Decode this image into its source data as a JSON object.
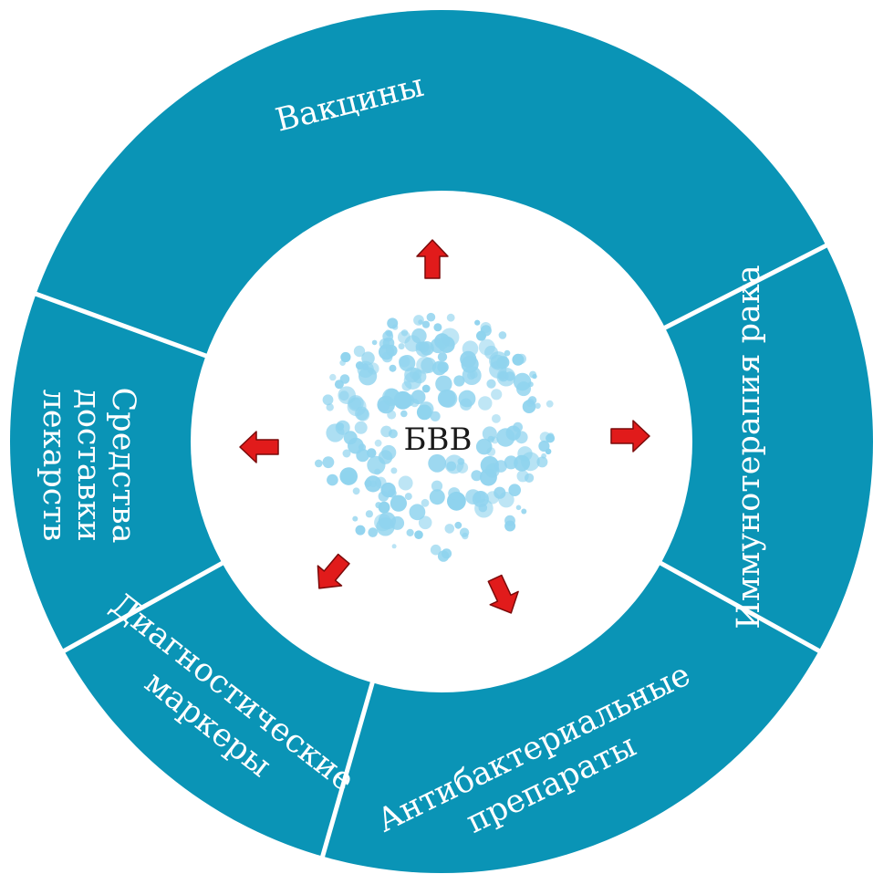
{
  "center": {
    "label": "БВВ"
  },
  "segments": [
    {
      "id": "vaccines",
      "lines": [
        "Вакцины"
      ]
    },
    {
      "id": "cancer-immunotherapy",
      "lines": [
        "Иммунотерапия рака"
      ]
    },
    {
      "id": "antibacterial",
      "lines": [
        "Антибактериальные",
        "препараты"
      ]
    },
    {
      "id": "diagnostic-markers",
      "lines": [
        "Диагностические",
        "маркеры"
      ]
    },
    {
      "id": "drug-delivery",
      "lines": [
        "Средства",
        "доставки",
        "лекарств"
      ]
    }
  ],
  "colors": {
    "ring": "#0a94b6",
    "divider": "#ffffff",
    "inner": "#ffffff",
    "arrow": "#e11b1b",
    "arrow_outline": "#7a0a0a",
    "dots": "#8fd3ee"
  }
}
